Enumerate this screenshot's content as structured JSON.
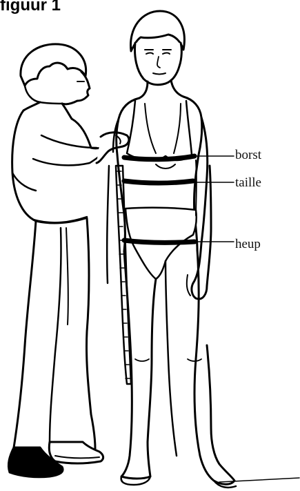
{
  "figure": {
    "title": "figuur 1"
  },
  "labels": {
    "chest": "borst",
    "waist": "taille",
    "hip": "heup"
  },
  "colors": {
    "ink": "#000000",
    "background": "#ffffff"
  }
}
